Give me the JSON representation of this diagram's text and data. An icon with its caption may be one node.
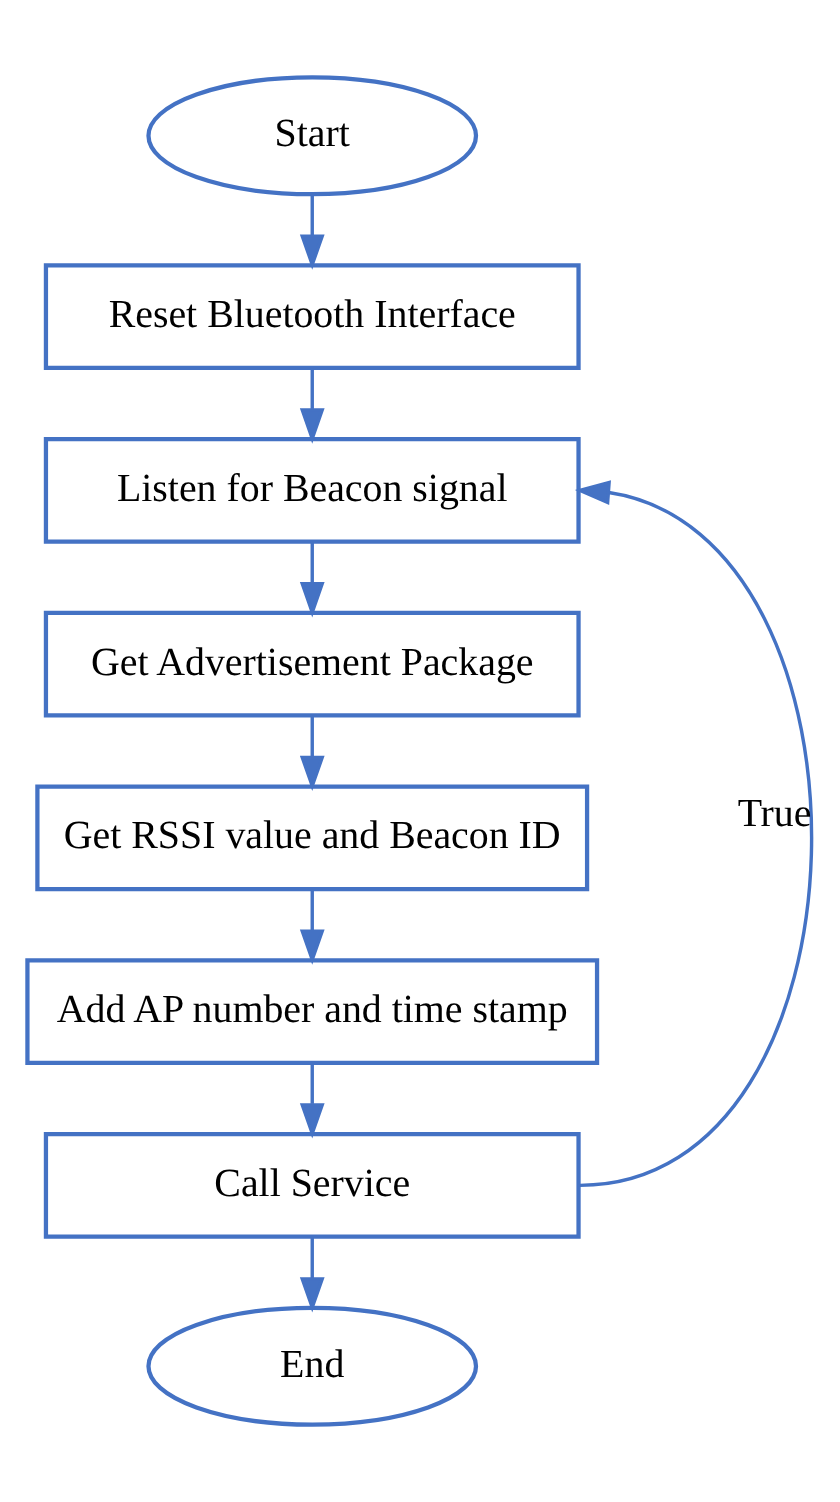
{
  "diagram": {
    "nodes": [
      {
        "text": [
          "Start"
        ]
      },
      {
        "text": [
          "Reset Bluetooth Interface"
        ]
      },
      {
        "text": [
          "Listen for Beacon signal"
        ]
      },
      {
        "text": [
          "Get Advertisement Package"
        ]
      },
      {
        "text": [
          "Get RSSI value and Beacon ID"
        ]
      },
      {
        "text": [
          "Add AP number and time stamp"
        ]
      },
      {
        "text": [
          "Call Service"
        ]
      },
      {
        "text": [
          "End"
        ]
      }
    ],
    "edges": [
      {
        "from": 0,
        "to": 1,
        "arrow": "to"
      },
      {
        "from": 1,
        "to": 2,
        "arrow": "to"
      },
      {
        "from": 2,
        "to": 3,
        "arrow": "to"
      },
      {
        "from": 3,
        "to": 4,
        "arrow": "to"
      },
      {
        "from": 4,
        "to": 5,
        "arrow": "to"
      },
      {
        "from": 5,
        "to": 6,
        "arrow": "to"
      },
      {
        "from": 6,
        "to": 7,
        "arrow": "to"
      },
      {
        "from": 6,
        "to": 2,
        "arrow": "to",
        "label": "True"
      }
    ]
  }
}
